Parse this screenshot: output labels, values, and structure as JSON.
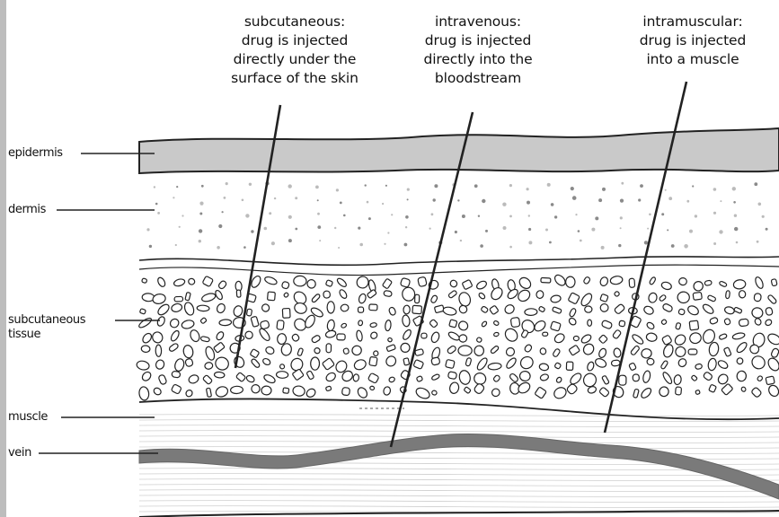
{
  "captions": {
    "subcutaneous": [
      "subcutaneous:",
      "drug is injected",
      "directly under the",
      "surface of  the skin"
    ],
    "intravenous": [
      "intravenous:",
      "drug is injected",
      "directly into the",
      "bloodstream"
    ],
    "intramuscular": [
      "intramuscular:",
      "drug is injected",
      "into a muscle"
    ]
  },
  "labels": {
    "epidermis": "epidermis",
    "dermis": "dermis",
    "subcutaneous_tissue": [
      "subcutaneous",
      "tissue"
    ],
    "muscle": "muscle",
    "vein": "vein"
  },
  "colors": {
    "epidermis_fill": "#c9c9c9",
    "vein_fill": "#7a7a7a",
    "dot_dark": "#8a8a8a",
    "dot_light": "#bbbbbb",
    "muscle_line": "#cfcfcf",
    "outline": "#222222"
  }
}
